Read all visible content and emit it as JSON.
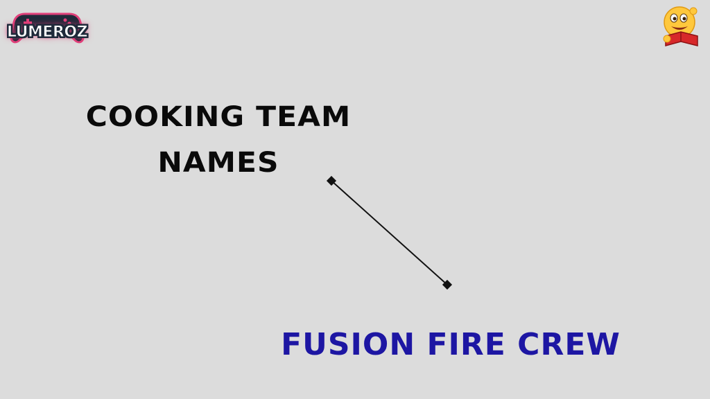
{
  "brand": {
    "logo_text": "LUMEROZ",
    "logo_icon": "gamepad-icon",
    "logo_accent": "#e0407a",
    "logo_dark": "#1f2a3a"
  },
  "mascot": {
    "icon": "reading-emoji-icon"
  },
  "heading": {
    "text": "COOKING TEAM NAMES",
    "color": "#0a0a0a"
  },
  "connector": {
    "icon": "connector-line-icon"
  },
  "team_name": {
    "text": "FUSION FIRE CREW",
    "color": "#1d16a3"
  },
  "background": "#dcdcdc"
}
